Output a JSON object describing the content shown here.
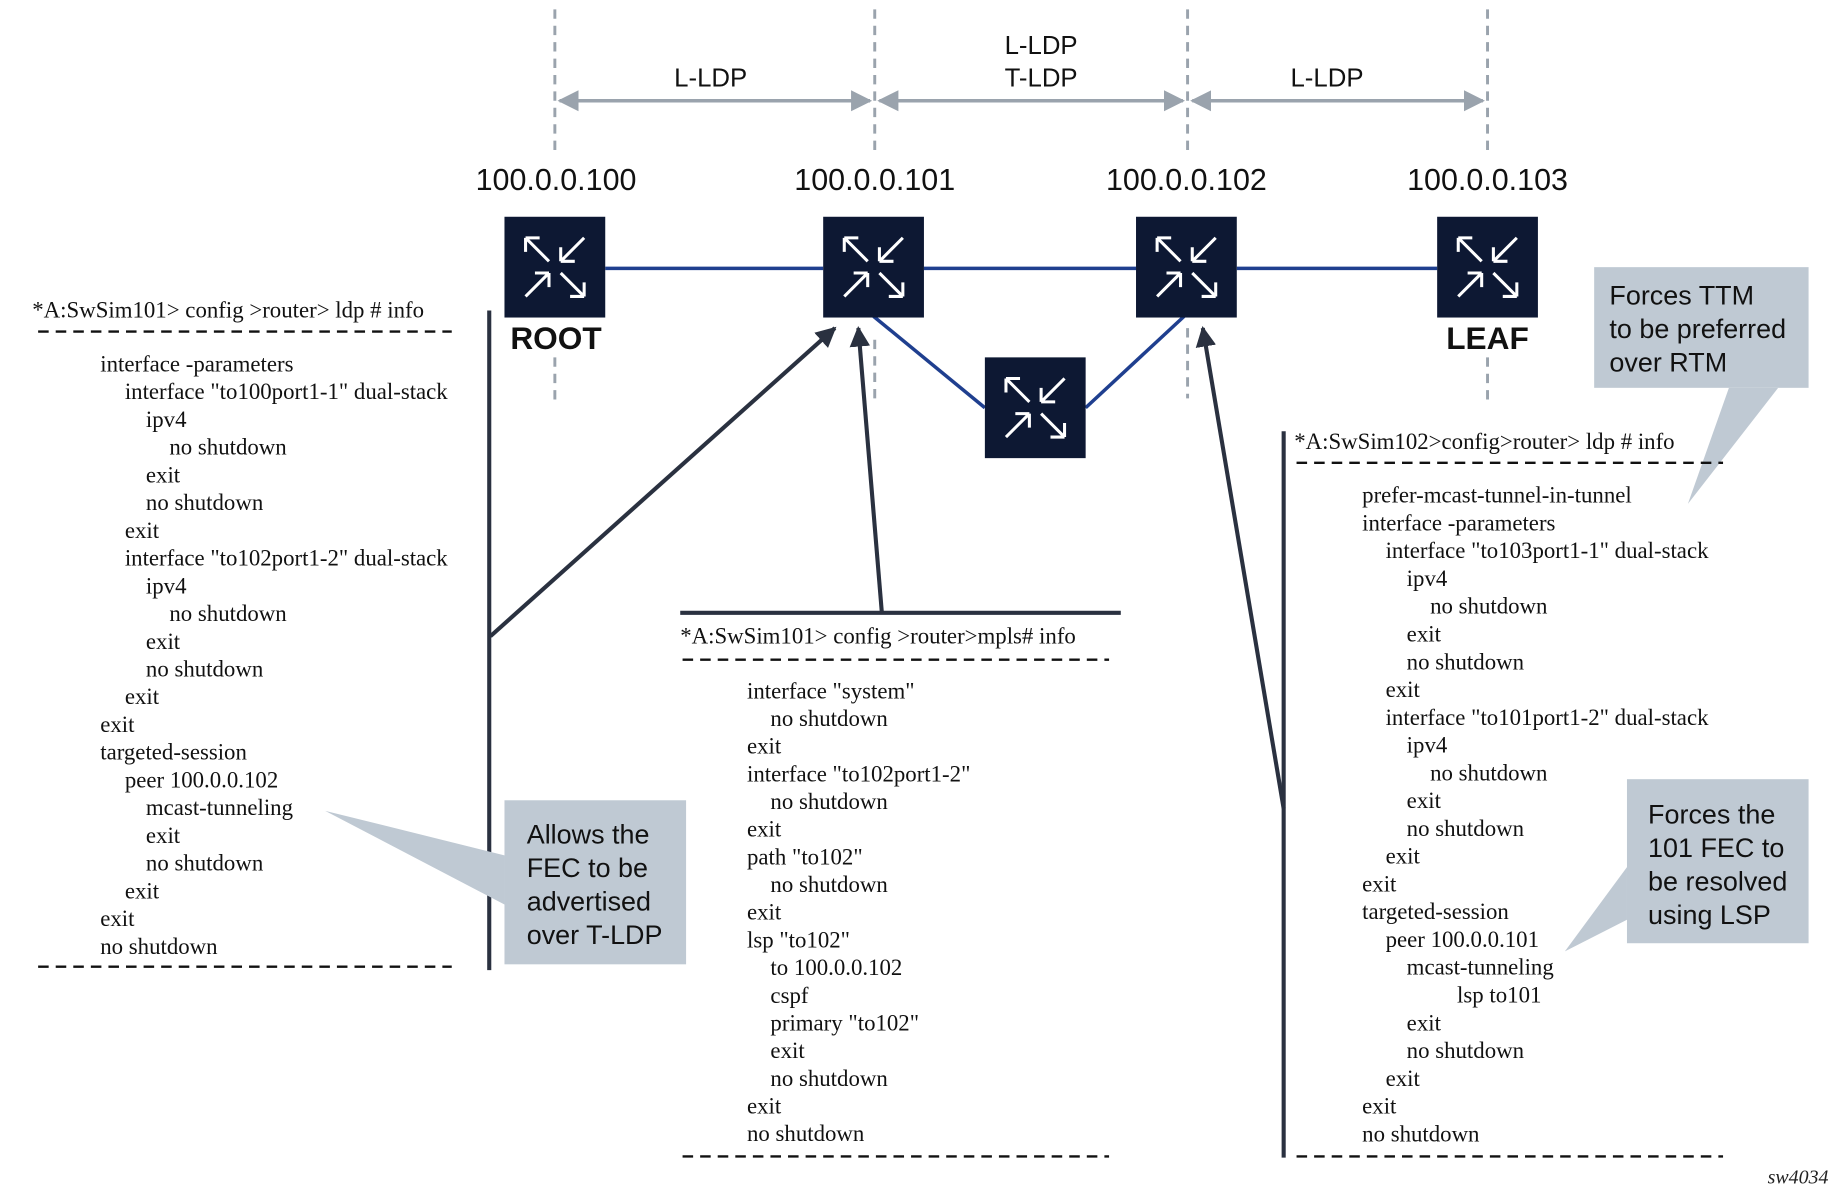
{
  "protocols": {
    "seg1": "L-LDP",
    "seg2_line1": "L-LDP",
    "seg2_line2": "T-LDP",
    "seg3": "L-LDP"
  },
  "nodes": [
    {
      "ip": "100.0.0.100",
      "role": "ROOT"
    },
    {
      "ip": "100.0.0.101",
      "role": ""
    },
    {
      "ip": "100.0.0.102",
      "role": ""
    },
    {
      "ip": "100.0.0.103",
      "role": "LEAF"
    }
  ],
  "colors": {
    "router": "#0d1833",
    "link": "#1f3f8f",
    "callout": "#bfc9d3",
    "guide": "#9aa3ad",
    "connector": "#2a3140"
  },
  "ldp101": {
    "title": "*A:SwSim101> config >router> ldp # info",
    "separator": "-------------------------------",
    "lines": [
      {
        "level": 0,
        "text": "interface -parameters"
      },
      {
        "level": 1,
        "text": "interface \"to100port1-1\" dual-stack"
      },
      {
        "level": 2,
        "text": "ipv4"
      },
      {
        "level": 3,
        "text": "no shutdown"
      },
      {
        "level": 2,
        "text": "exit"
      },
      {
        "level": 2,
        "text": "no shutdown"
      },
      {
        "level": 1,
        "text": "exit"
      },
      {
        "level": 1,
        "text": "interface \"to102port1-2\" dual-stack"
      },
      {
        "level": 2,
        "text": "ipv4"
      },
      {
        "level": 3,
        "text": "no shutdown"
      },
      {
        "level": 2,
        "text": "exit"
      },
      {
        "level": 2,
        "text": "no shutdown"
      },
      {
        "level": 1,
        "text": "exit"
      },
      {
        "level": 0,
        "text": "exit"
      },
      {
        "level": 0,
        "text": "targeted-session"
      },
      {
        "level": 1,
        "text": "peer 100.0.0.102"
      },
      {
        "level": 2,
        "text": "mcast-tunneling"
      },
      {
        "level": 2,
        "text": "exit"
      },
      {
        "level": 2,
        "text": "no shutdown"
      },
      {
        "level": 1,
        "text": "exit"
      },
      {
        "level": 0,
        "text": "exit"
      },
      {
        "level": 0,
        "text": "no shutdown"
      }
    ]
  },
  "mpls101": {
    "title": "*A:SwSim101> config >router>mpls# info",
    "separator": "-------------------------------",
    "lines": [
      {
        "level": 0,
        "text": "interface \"system\""
      },
      {
        "level": 1,
        "text": "no shutdown"
      },
      {
        "level": 0,
        "text": "exit"
      },
      {
        "level": 0,
        "text": "interface \"to102port1-2\""
      },
      {
        "level": 1,
        "text": "no shutdown"
      },
      {
        "level": 0,
        "text": "exit"
      },
      {
        "level": 0,
        "text": "path \"to102\""
      },
      {
        "level": 1,
        "text": "no shutdown"
      },
      {
        "level": 0,
        "text": "exit"
      },
      {
        "level": 0,
        "text": "lsp \"to102\""
      },
      {
        "level": 1,
        "text": "to 100.0.0.102"
      },
      {
        "level": 1,
        "text": "cspf"
      },
      {
        "level": 1,
        "text": "primary \"to102\""
      },
      {
        "level": 1,
        "text": "exit"
      },
      {
        "level": 1,
        "text": "no shutdown"
      },
      {
        "level": 0,
        "text": "exit"
      },
      {
        "level": 0,
        "text": "no shutdown"
      }
    ]
  },
  "ldp102": {
    "title": "*A:SwSim102>config>router> ldp # info",
    "separator": "-------------------------------",
    "lines": [
      {
        "level": 0,
        "text": "prefer-mcast-tunnel-in-tunnel"
      },
      {
        "level": 0,
        "text": "interface -parameters"
      },
      {
        "level": 1,
        "text": "interface \"to103port1-1\" dual-stack"
      },
      {
        "level": 2,
        "text": "ipv4"
      },
      {
        "level": 3,
        "text": "no shutdown"
      },
      {
        "level": 2,
        "text": "exit"
      },
      {
        "level": 2,
        "text": "no shutdown"
      },
      {
        "level": 1,
        "text": "exit"
      },
      {
        "level": 1,
        "text": "interface \"to101port1-2\" dual-stack"
      },
      {
        "level": 2,
        "text": "ipv4"
      },
      {
        "level": 3,
        "text": "no shutdown"
      },
      {
        "level": 2,
        "text": "exit"
      },
      {
        "level": 2,
        "text": "no shutdown"
      },
      {
        "level": 1,
        "text": "exit"
      },
      {
        "level": 0,
        "text": "exit"
      },
      {
        "level": 0,
        "text": "targeted-session"
      },
      {
        "level": 1,
        "text": "peer 100.0.0.101"
      },
      {
        "level": 2,
        "text": "mcast-tunneling"
      },
      {
        "level": 4,
        "text": "lsp to101"
      },
      {
        "level": 2,
        "text": "exit"
      },
      {
        "level": 2,
        "text": "no shutdown"
      },
      {
        "level": 1,
        "text": "exit"
      },
      {
        "level": 0,
        "text": "exit"
      },
      {
        "level": 0,
        "text": "no shutdown"
      }
    ]
  },
  "callouts": {
    "fec_tldp": [
      "Allows the",
      "FEC to be",
      "advertised",
      "over T-LDP"
    ],
    "ttm": [
      "Forces TTM",
      "to be preferred",
      "over RTM"
    ],
    "fec_lsp": [
      "Forces the",
      "101 FEC to",
      "be resolved",
      "using LSP"
    ]
  },
  "figure_id": "sw4034"
}
